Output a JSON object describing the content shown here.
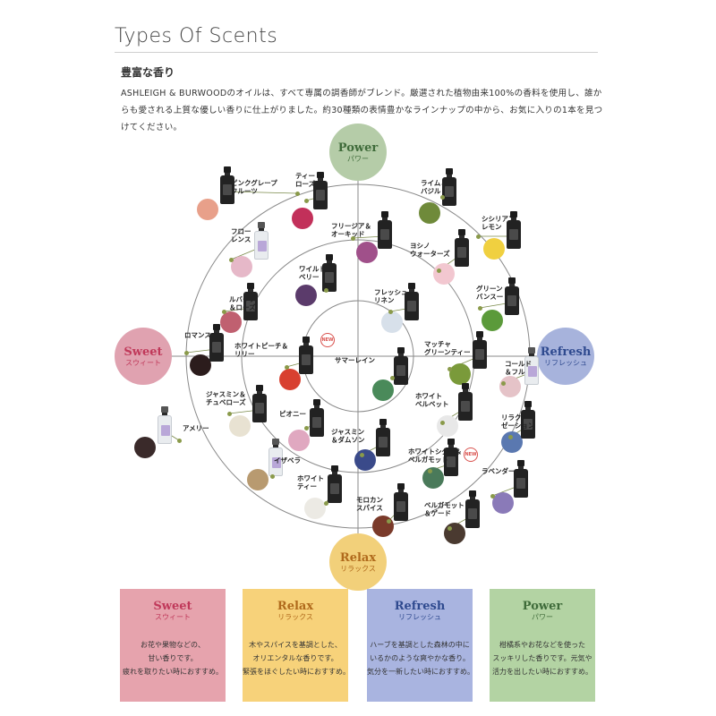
{
  "header": {
    "title": "Types Of Scents",
    "subhead": "豊富な香り",
    "intro": "ASHLEIGH & BURWOODのオイルは、すべて専属の調香師がブレンド。厳選された植物由来100%の香料を使用し、誰からも愛される上質な優しい香りに仕上がりました。約30種類の表情豊かなラインナップの中から、お気に入りの1本を見つけてください。"
  },
  "axes": {
    "power": {
      "en": "Power",
      "jp": "パワー",
      "color": "#b5cca8",
      "text": "#3f6b3a"
    },
    "sweet": {
      "en": "Sweet",
      "jp": "スウィート",
      "color": "#e0a2b0",
      "text": "#c0395a"
    },
    "refresh": {
      "en": "Refresh",
      "jp": "リフレッシュ",
      "color": "#a7b3dc",
      "text": "#2f4a8f"
    },
    "relax": {
      "en": "Relax",
      "jp": "リラックス",
      "color": "#f2d07a",
      "text": "#b06a1c"
    }
  },
  "scents": [
    {
      "label": "ピンクグレープ\nフルーツ",
      "swatch": "#e8a08a"
    },
    {
      "label": "ティー\nローズ",
      "swatch": "#c2305a"
    },
    {
      "label": "フリージア＆\nオーキッド",
      "swatch": "#a0508a"
    },
    {
      "label": "ライム＆\nバジル",
      "swatch": "#6f8a3a"
    },
    {
      "label": "シシリアン\nレモン",
      "swatch": "#f0d040"
    },
    {
      "label": "フロー\nレンス",
      "swatch": "#e6b8c8"
    },
    {
      "label": "ヨシノ\nウォーターズ",
      "swatch": "#f2c7d0"
    },
    {
      "label": "ワイルド\nベリー",
      "swatch": "#5b3b6b"
    },
    {
      "label": "グリーン\nバンスー",
      "swatch": "#5b9a3a"
    },
    {
      "label": "ルバーブ\n＆ローズ",
      "swatch": "#c06070"
    },
    {
      "label": "フレッシュ\nリネン",
      "swatch": "#d7e0ea"
    },
    {
      "label": "ロマンス",
      "swatch": "#2b1c1c"
    },
    {
      "label": "ホワイトピーチ＆\nリリー",
      "swatch": "#d84030"
    },
    {
      "label": "マッチャ\nグリーンティー",
      "swatch": "#7a9a3a"
    },
    {
      "label": "サマーレイン",
      "swatch": "#4a8a5a"
    },
    {
      "label": "コールド\n＆フル",
      "swatch": "#e5c3c8"
    },
    {
      "label": "ジャスミン＆\nチュベローズ",
      "swatch": "#e8e2d2"
    },
    {
      "label": "ホワイト\nベルベット",
      "swatch": "#e8e8e8"
    },
    {
      "label": "ピオニー",
      "swatch": "#e0a8c0"
    },
    {
      "label": "アメリー",
      "swatch": "#3a2a2a"
    },
    {
      "label": "リラク\nゼーション",
      "swatch": "#5a78b0"
    },
    {
      "label": "ジャスミン\n＆ダムソン",
      "swatch": "#3a4a8a"
    },
    {
      "label": "ホワイトシダー＆\nベルガモット",
      "swatch": "#4a7a5a"
    },
    {
      "label": "イザベラ",
      "swatch": "#b89a70"
    },
    {
      "label": "ホワイト\nティー",
      "swatch": "#eceae4"
    },
    {
      "label": "ラベンダー",
      "swatch": "#8a7ab8"
    },
    {
      "label": "モロカン\nスパイス",
      "swatch": "#7a3a2a"
    },
    {
      "label": "ベルガモット\n＆ゲード",
      "swatch": "#4a3a30"
    }
  ],
  "new_badge": "NEW",
  "categories": [
    {
      "en": "Sweet",
      "jp": "スウィート",
      "bg": "#e6a3ad",
      "text": "#c0395a",
      "desc": "お花や果物などの、\n甘い香りです。\n疲れを取りたい時におすすめ。"
    },
    {
      "en": "Relax",
      "jp": "リラックス",
      "bg": "#f7d27a",
      "text": "#b06a1c",
      "desc": "木やスパイスを基調とした、\nオリエンタルな香りです。\n緊張をほぐしたい時におすすめ。"
    },
    {
      "en": "Refresh",
      "jp": "リフレッシュ",
      "bg": "#a9b4e0",
      "text": "#2f4a8f",
      "desc": "ハーブを基調とした森林の中に\nいるかのような爽やかな香り。\n気分を一新したい時におすすめ。"
    },
    {
      "en": "Power",
      "jp": "パワー",
      "bg": "#b3d3a3",
      "text": "#3f6b3a",
      "desc": "柑橘系やお花などを使った\nスッキリした香りです。元気や\n活力を出したい時におすすめ。"
    }
  ]
}
